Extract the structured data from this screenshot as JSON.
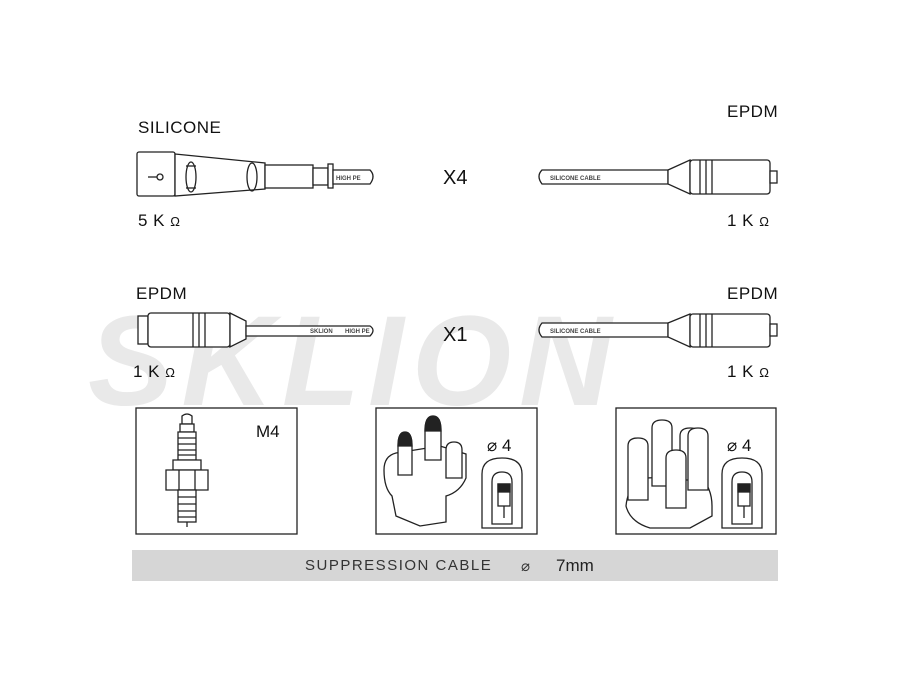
{
  "watermark": "SKLION",
  "row1": {
    "left_material": "SILICONE",
    "left_resistance": "5 K",
    "multiplier": "X4",
    "right_material": "EPDM",
    "right_resistance": "1 K",
    "boot_text_left": "HIGH PE",
    "boot_text_right": "SILICONE CABLE"
  },
  "row2": {
    "left_material": "EPDM",
    "left_resistance": "1 K",
    "multiplier": "X1",
    "right_material": "EPDM",
    "right_resistance": "1 K",
    "cable_text_1": "SKLION",
    "cable_text_2": "HIGH PE",
    "cable_text_right": "SILICONE CABLE"
  },
  "ohm_symbol": "Ω",
  "boxes": {
    "spark_plug_thread": "M4",
    "distributor_left_terminal": "⌀ 4",
    "distributor_right_terminal": "⌀ 4"
  },
  "footer": {
    "label": "SUPPRESSION CABLE",
    "diameter_symbol": "⌀",
    "value": "7mm"
  }
}
